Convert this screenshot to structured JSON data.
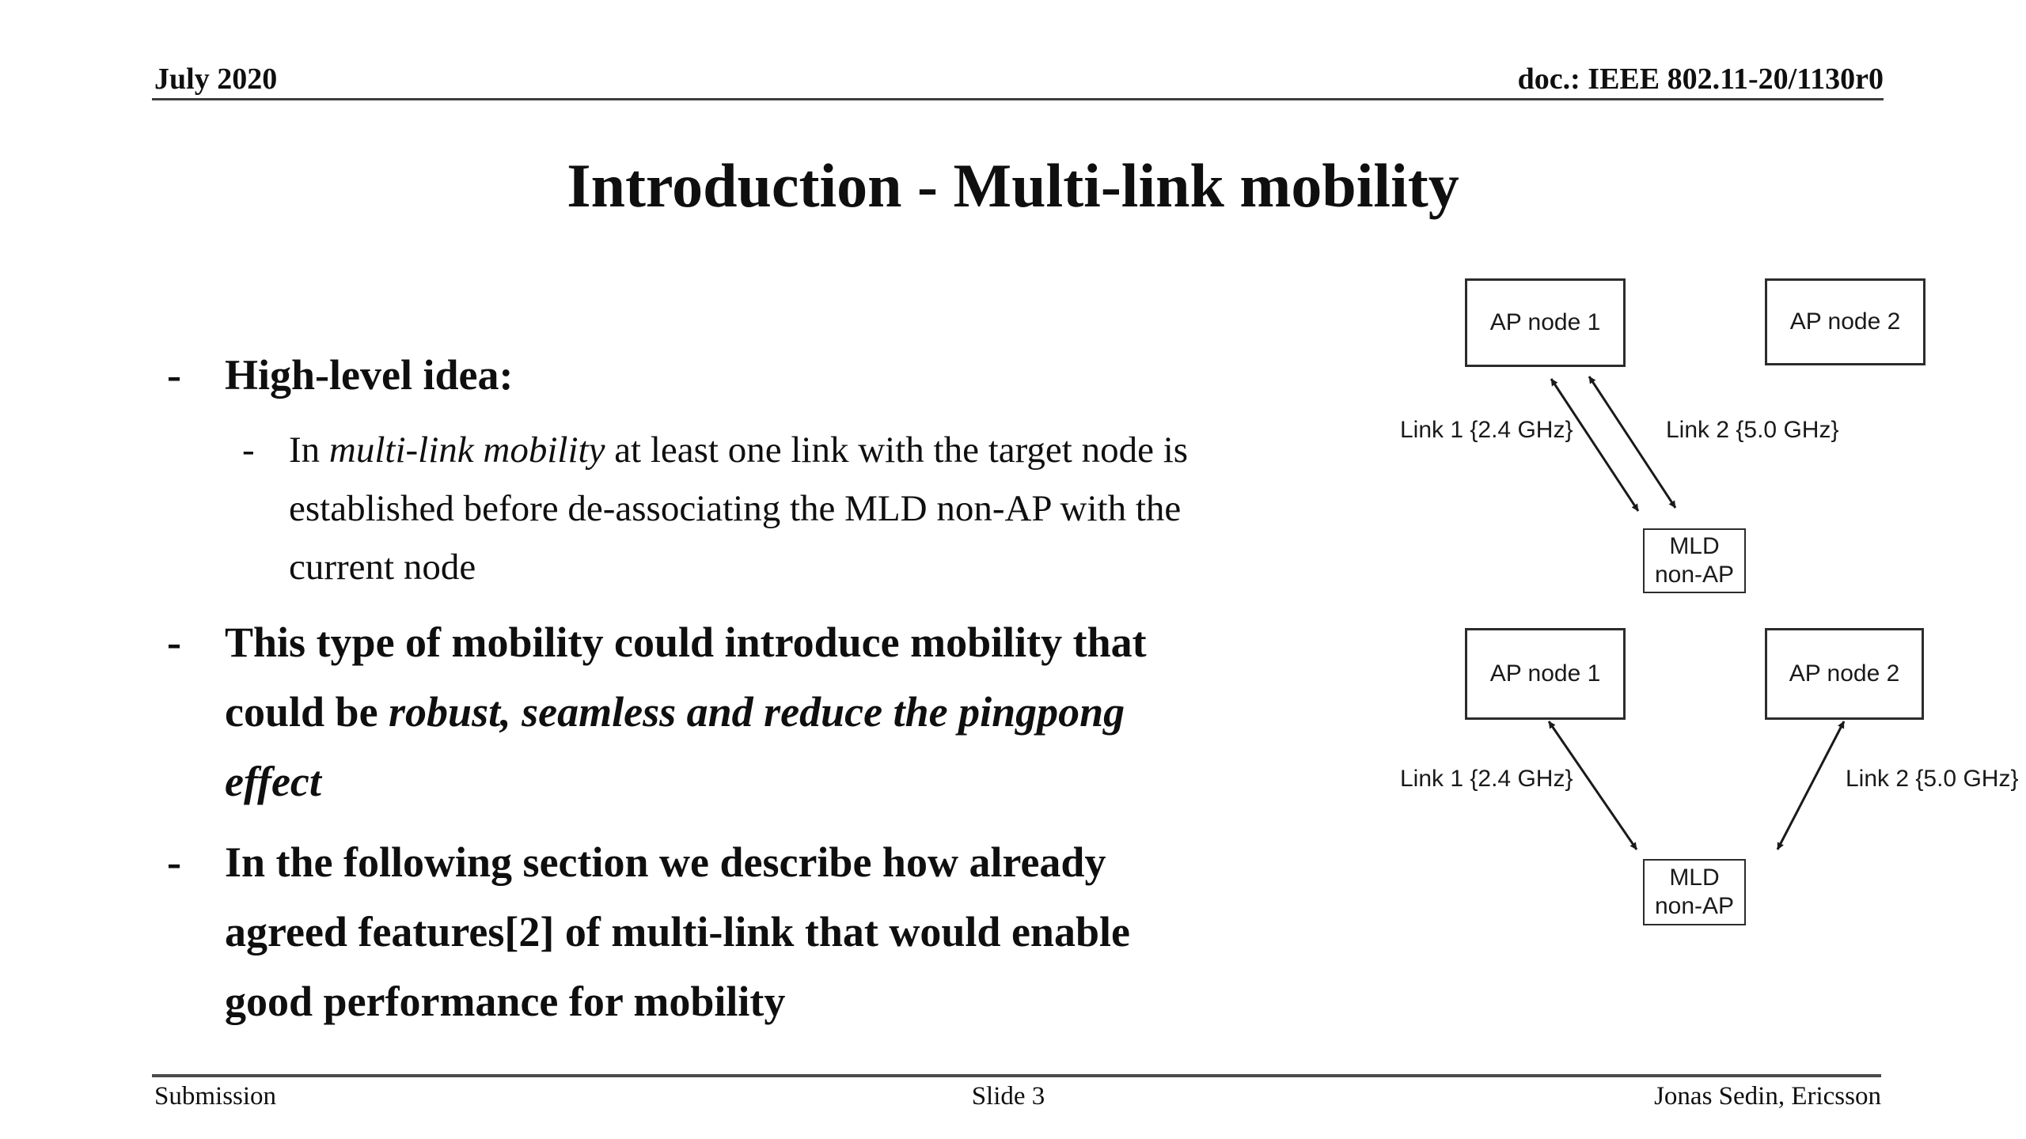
{
  "header": {
    "left": "July 2020",
    "right": "doc.: IEEE 802.11-20/1130r0"
  },
  "title": "Introduction - Multi-link mobility",
  "content": {
    "bullets": [
      {
        "level": 1,
        "bold": true,
        "marker": "-",
        "segments": [
          {
            "t": "High-level idea:",
            "i": false
          }
        ]
      },
      {
        "level": 2,
        "bold": false,
        "marker": "-",
        "segments": [
          {
            "t": "In ",
            "i": false
          },
          {
            "t": "multi-link mobility",
            "i": true
          },
          {
            "t": " at least one link with the target node is\nestablished before de-associating the MLD non-AP with the\ncurrent node",
            "i": false
          }
        ]
      },
      {
        "level": 1,
        "bold": true,
        "marker": "-",
        "segments": [
          {
            "t": "This type of mobility could introduce mobility that\ncould be ",
            "i": false
          },
          {
            "t": "robust, seamless and reduce the pingpong\neffect",
            "i": true
          }
        ]
      },
      {
        "level": 1,
        "bold": true,
        "marker": "-",
        "segments": [
          {
            "t": "In the following section we describe how already\nagreed features[2] of multi-link that would enable\ngood performance for mobility",
            "i": false
          }
        ]
      }
    ]
  },
  "diagrams": {
    "top": {
      "ap1": "AP node 1",
      "ap2": "AP node 2",
      "mld": "MLD\nnon-AP",
      "link1": "Link 1 {2.4 GHz}",
      "link2": "Link 2 {5.0 GHz}"
    },
    "bottom": {
      "ap1": "AP node 1",
      "ap2": "AP node 2",
      "mld": "MLD\nnon-AP",
      "link1": "Link 1 {2.4 GHz}",
      "link2": "Link 2 {5.0 GHz}"
    }
  },
  "footer": {
    "left": "Submission",
    "center": "Slide 3",
    "right": "Jonas Sedin, Ericsson"
  },
  "colors": {
    "background": "#ffffff",
    "text": "#0f0f0f",
    "rule": "#3e3e3e",
    "box_border": "#2c2c2c"
  }
}
